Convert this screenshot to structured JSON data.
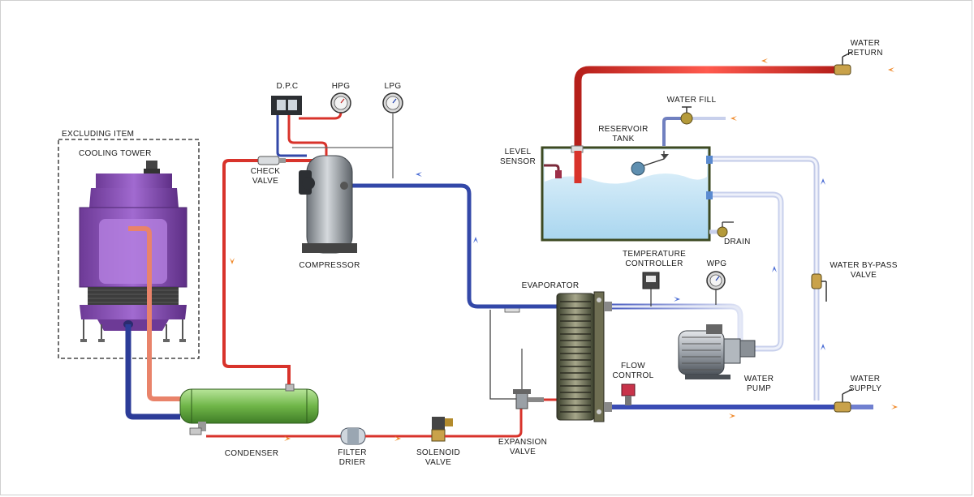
{
  "labels": {
    "excluding_item": "EXCLUDING ITEM",
    "cooling_tower": "COOLING TOWER",
    "dpc": "D.P.C",
    "hpg": "HPG",
    "lpg": "LPG",
    "check_valve_1": "CHECK",
    "check_valve_2": "VALVE",
    "compressor": "COMPRESSOR",
    "condenser": "CONDENSER",
    "filter_drier_1": "FILTER",
    "filter_drier_2": "DRIER",
    "solenoid_valve_1": "SOLENOID",
    "solenoid_valve_2": "VALVE",
    "expansion_valve_1": "EXPANSION",
    "expansion_valve_2": "VALVE",
    "evaporator": "EVAPORATOR",
    "temperature_controller_1": "TEMPERATURE",
    "temperature_controller_2": "CONTROLLER",
    "wpg": "WPG",
    "flow_control_1": "FLOW",
    "flow_control_2": "CONTROL",
    "water_pump_1": "WATER",
    "water_pump_2": "PUMP",
    "reservoir_tank_1": "RESERVOIR",
    "reservoir_tank_2": "TANK",
    "level_sensor_1": "LEVEL",
    "level_sensor_2": "SENSOR",
    "water_fill": "WATER  FILL",
    "drain": "DRAIN",
    "water_bypass_1": "WATER BY-PASS",
    "water_bypass_2": "VALVE",
    "water_return_1": "WATER",
    "water_return_2": "RETURN",
    "water_supply_1": "WATER",
    "water_supply_2": "SUPPLY"
  },
  "colors": {
    "hot_line": "#d8332b",
    "cold_line": "#3348a8",
    "water_line": "#c9d3ee",
    "tower": "#8a4fb0",
    "condenser": "#7fc25a",
    "tank_water": "#bfe0f2",
    "compressor": "#9aa0a6",
    "arrow": "#f08a2b"
  },
  "icons": {
    "gauge": "gauge-icon",
    "flow_arrow": "chevron-arrow-icon"
  }
}
